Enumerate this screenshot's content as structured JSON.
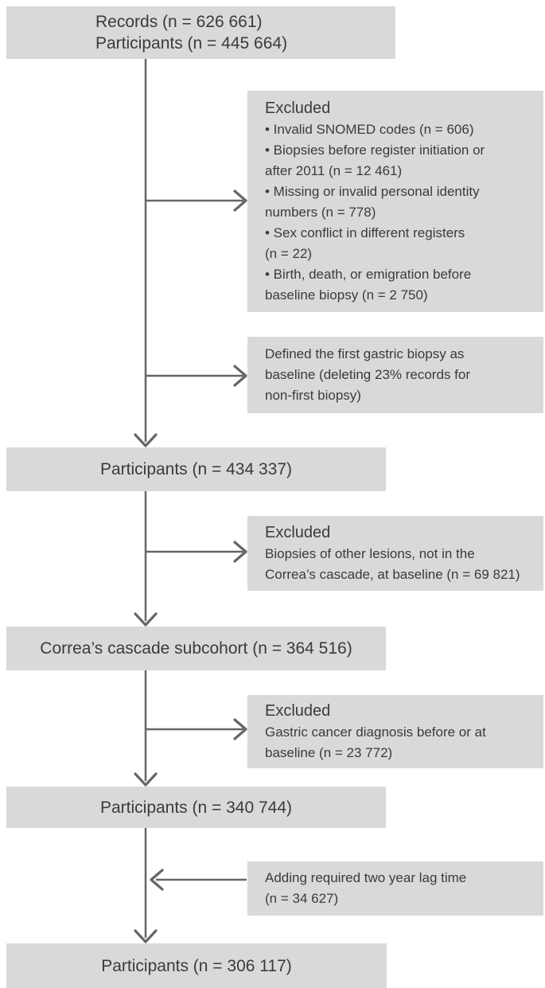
{
  "colors": {
    "box_fill": "#d9d9d9",
    "text": "#3b3b3b",
    "arrow": "#666666"
  },
  "flowchart": {
    "records": {
      "line1": "Records (n = 626 661)",
      "line2": "Participants (n = 445 664)"
    },
    "excluded1": {
      "title": "Excluded",
      "lines": [
        "• Invalid SNOMED codes (n = 606)",
        "• Biopsies before register initiation or",
        "after 2011 (n = 12 461)",
        "• Missing or invalid personal identity",
        "numbers (n = 778)",
        "• Sex conflict in different registers",
        "(n = 22)",
        "• Birth, death, or emigration before",
        "baseline biopsy (n = 2 750)"
      ]
    },
    "first_biopsy_note": {
      "lines": [
        "Defined the first gastric biopsy as",
        "baseline (deleting 23% records for",
        "non-first biopsy)"
      ]
    },
    "participants_434337": {
      "label": "Participants (n = 434 337)"
    },
    "excluded2": {
      "title": "Excluded",
      "lines": [
        "Biopsies of other lesions, not in the",
        "Correa’s cascade, at baseline (n = 69 821)"
      ]
    },
    "correa_subcohort": {
      "label": "Correa’s cascade subcohort (n = 364 516)"
    },
    "excluded3": {
      "title": "Excluded",
      "lines": [
        "Gastric cancer diagnosis before or at",
        "baseline (n = 23 772)"
      ]
    },
    "participants_340744": {
      "label": "Participants (n = 340 744)"
    },
    "lag_time_note": {
      "lines": [
        "Adding required two year lag time",
        "(n = 34 627)"
      ]
    },
    "participants_306117": {
      "label": "Participants (n = 306 117)"
    }
  }
}
